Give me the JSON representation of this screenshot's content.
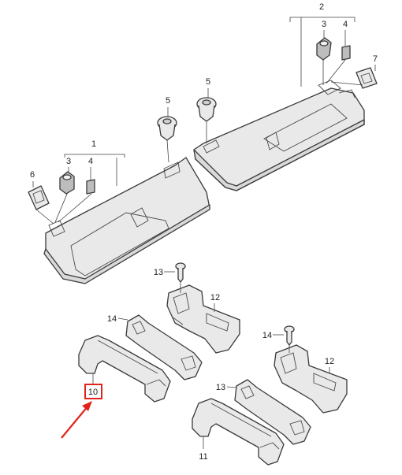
{
  "callouts": [
    {
      "id": "c1",
      "text": "1"
    },
    {
      "id": "c2",
      "text": "2"
    },
    {
      "id": "c3a",
      "text": "3"
    },
    {
      "id": "c3b",
      "text": "3"
    },
    {
      "id": "c4a",
      "text": "4"
    },
    {
      "id": "c4b",
      "text": "4"
    },
    {
      "id": "c5a",
      "text": "5"
    },
    {
      "id": "c5b",
      "text": "5"
    },
    {
      "id": "c6",
      "text": "6"
    },
    {
      "id": "c7",
      "text": "7"
    },
    {
      "id": "c10",
      "text": "10"
    },
    {
      "id": "c11",
      "text": "11"
    },
    {
      "id": "c12a",
      "text": "12"
    },
    {
      "id": "c12b",
      "text": "12"
    },
    {
      "id": "c13a",
      "text": "13"
    },
    {
      "id": "c13b",
      "text": "13"
    },
    {
      "id": "c14a",
      "text": "14"
    },
    {
      "id": "c14b",
      "text": "14"
    }
  ],
  "highlight": {
    "part": "10",
    "color": "#e0241b"
  },
  "colors": {
    "line": "#3a3a3a",
    "fill": "#e9e9e9",
    "arrow": "#e0241b"
  }
}
